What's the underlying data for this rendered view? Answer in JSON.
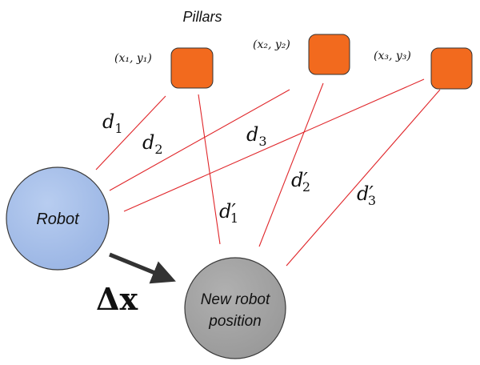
{
  "title": "Pillars",
  "colors": {
    "pillar_fill": "#f26a1e",
    "pillar_stroke": "#333333",
    "robot_fill": "#a8c0ea",
    "robot_stroke": "#3a3a3a",
    "new_robot_fill": "#a6a6a6",
    "line": "#e0262a",
    "arrow": "#333333"
  },
  "pillars": [
    {
      "coord_base": "(x₁, y₁)"
    },
    {
      "coord_base": "(x₂, y₂)"
    },
    {
      "coord_base": "(x₃, y₃)"
    }
  ],
  "robot": {
    "label": "Robot"
  },
  "new_robot": {
    "line1": "New robot",
    "line2": "position"
  },
  "motion": {
    "label": "Δx"
  },
  "distances": {
    "d1": {
      "base": "d",
      "sub": "1"
    },
    "d2": {
      "base": "d",
      "sub": "2"
    },
    "d3": {
      "base": "d",
      "sub": "3"
    },
    "d1p": {
      "base": "d′",
      "sub": "1"
    },
    "d2p": {
      "base": "d′",
      "sub": "2"
    },
    "d3p": {
      "base": "d′",
      "sub": "3"
    }
  }
}
